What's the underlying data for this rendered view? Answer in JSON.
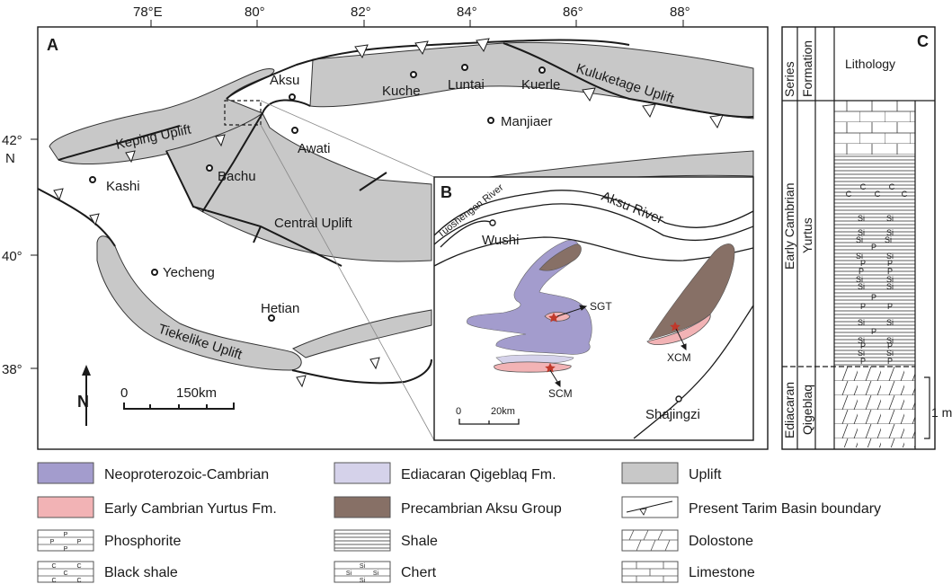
{
  "panels": {
    "a": "A",
    "b": "B",
    "c": "C"
  },
  "map_a": {
    "lon_ticks": [
      "78°E",
      "80°",
      "82°",
      "84°",
      "86°",
      "88°"
    ],
    "lat_ticks": [
      "42°",
      "40°",
      "38°"
    ],
    "lat_n": "N",
    "uplifts": [
      "Keping Uplift",
      "Kuluketage Uplift",
      "Central Uplift",
      "Tiekelike Uplift"
    ],
    "cities": [
      "Aksu",
      "Awati",
      "Bachu",
      "Kashi",
      "Yecheng",
      "Hetian",
      "Kuche",
      "Luntai",
      "Kuerle",
      "Manjiaer"
    ],
    "north_label": "N",
    "scale_zero": "0",
    "scale_label": "150km",
    "colors": {
      "uplift": "#c8c8c8",
      "frame": "#1a1a1a"
    }
  },
  "map_b": {
    "rivers": [
      "Aksu River",
      "Tuoshengan River"
    ],
    "towns": [
      "Wushi",
      "Shajingzi"
    ],
    "sections": [
      "SGT",
      "SCM",
      "XCM"
    ],
    "scale_zero": "0",
    "scale_label": "20km",
    "colors": {
      "neoproterozoic": "#a39ccd",
      "ediacaran": "#d5d2ea",
      "yurtus": "#f2b3b5",
      "aksu": "#877066"
    }
  },
  "column_c": {
    "headers": {
      "series": "Series",
      "formation": "Formation",
      "lithology": "Lithology"
    },
    "series": [
      "Early Cambrian",
      "Ediacaran"
    ],
    "formations": [
      "Yurtus",
      "Qigeblaq"
    ],
    "scale": "1 m",
    "symbols": {
      "carbon": "C",
      "silica": "Si",
      "phosphorus": "P"
    }
  },
  "legend": [
    {
      "label": "Neoproterozoic-Cambrian",
      "color": "#a39ccd"
    },
    {
      "label": "Ediacaran Qigeblaq Fm.",
      "color": "#d5d2ea"
    },
    {
      "label": "Uplift",
      "color": "#c8c8c8"
    },
    {
      "label": "Early Cambrian Yurtus Fm.",
      "color": "#f2b3b5"
    },
    {
      "label": "Precambrian Aksu Group",
      "color": "#877066"
    },
    {
      "label": "Present Tarim Basin boundary"
    },
    {
      "label": "Phosphorite"
    },
    {
      "label": "Shale"
    },
    {
      "label": "Dolostone"
    },
    {
      "label": "Black shale"
    },
    {
      "label": "Chert"
    },
    {
      "label": "Limestone"
    }
  ]
}
